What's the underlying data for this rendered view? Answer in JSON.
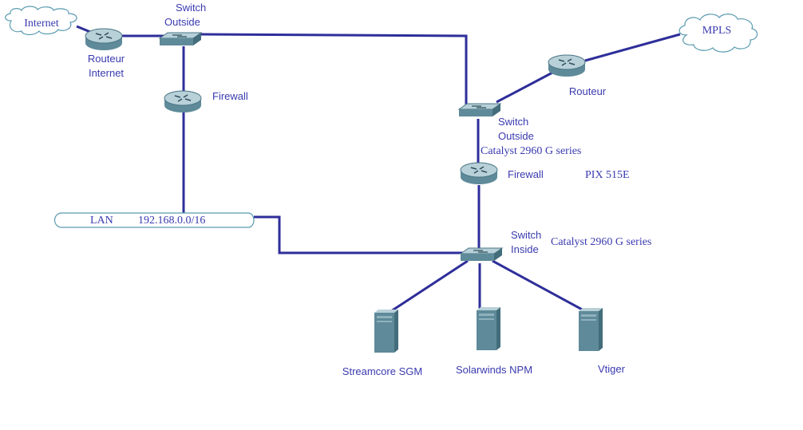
{
  "colors": {
    "link": "#2e2e9a",
    "label": "#3a3ab0",
    "device_top": "#b8d0d8",
    "device_side": "#5e8a99"
  },
  "clouds": {
    "internet": {
      "label": "Internet",
      "icon": "cloud-icon"
    },
    "mpls": {
      "label": "MPLS",
      "icon": "cloud-icon"
    }
  },
  "routers": {
    "internet": {
      "label_line1": "Routeur",
      "label_line2": "Internet",
      "icon": "router-icon"
    },
    "mpls": {
      "label": "Routeur",
      "icon": "router-icon"
    }
  },
  "firewalls": {
    "left": {
      "label": "Firewall",
      "icon": "router-icon"
    },
    "right": {
      "label": "Firewall",
      "model": "PIX 515E",
      "icon": "router-icon"
    }
  },
  "switches": {
    "outside_left": {
      "label_line1": "Switch",
      "label_line2": "Outside",
      "icon": "switch-icon"
    },
    "outside_right": {
      "label_line1": "Switch",
      "label_line2": "Outside",
      "model": "Catalyst 2960 G series",
      "icon": "switch-icon"
    },
    "inside": {
      "label_line1": "Switch",
      "label_line2": "Inside",
      "model": "Catalyst 2960 G series",
      "icon": "switch-icon"
    }
  },
  "lan": {
    "label": "LAN",
    "subnet": "192.168.0.0/16"
  },
  "servers": [
    {
      "label": "Streamcore SGM",
      "icon": "server-icon"
    },
    {
      "label": "Solarwinds NPM",
      "icon": "server-icon"
    },
    {
      "label": "Vtiger",
      "icon": "server-icon"
    }
  ]
}
